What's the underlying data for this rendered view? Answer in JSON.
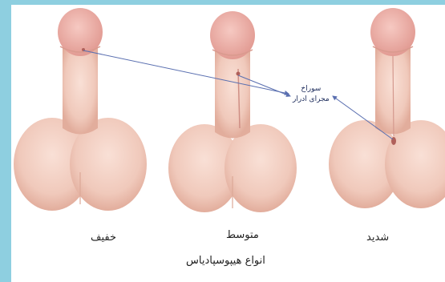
{
  "figure": {
    "labels": {
      "mild": "خفیف",
      "medium": "متوسط",
      "severe": "شدید",
      "types": "انواع هیپوسپادیاس"
    },
    "callout": {
      "line1": "سوراخ",
      "line2": "مجرای ادرار"
    }
  },
  "colors": {
    "border": "#8ecfe0",
    "skin": "#f2cfc2",
    "skin_shadow": "#e3b2a2",
    "glans": "#eaa7a0",
    "arrow": "#5a6fb0"
  }
}
